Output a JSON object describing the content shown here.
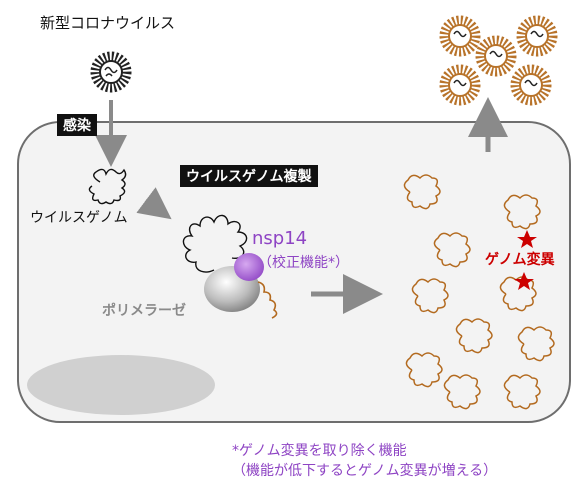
{
  "title": "新型コロナウイルス",
  "labels": {
    "infection": "感染",
    "replication": "ウイルスゲノム複製",
    "viral_genome": "ウイルスゲノム",
    "nsp14": "nsp14",
    "proofreading": "（校正機能*）",
    "polymerase": "ポリメラーゼ",
    "mutation": "ゲノム変異"
  },
  "footnote": {
    "line1": "*ゲノム変異を取り除く機能",
    "line2": "（機能が低下するとゲノム変異が増える）"
  },
  "colors": {
    "virus_dark": "#222222",
    "virus_brown": "#b8732a",
    "rna_brown": "#b36a1f",
    "nsp14_purple": "#8e44c4",
    "mutation_red": "#cc0000",
    "arrow_gray": "#8a8a8a",
    "cell_fill": "#f3f3f3",
    "nucleus_fill": "#d0d0d0"
  }
}
